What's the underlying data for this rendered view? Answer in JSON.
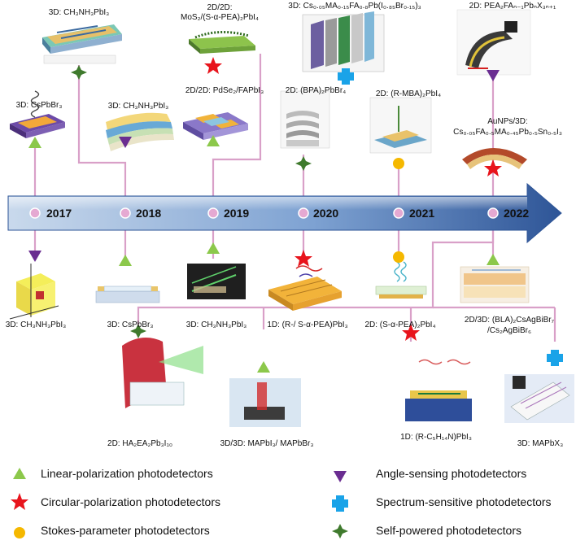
{
  "years": [
    "2017",
    "2018",
    "2019",
    "2020",
    "2021",
    "2022"
  ],
  "labels_top": {
    "t2017": "3D: CsPbBr₃",
    "t2017b": "3D: CH₃NH₃PbI₃",
    "t2018": "3D: CH₃NH₃PbI₃",
    "t2019a_l1": "2D/2D:",
    "t2019a_l2": "MoS₂/(S-α-PEA)₂PbI₄",
    "t2019b": "2D/2D:  PdSe₂/FAPbI₃",
    "t2020a": "3D: Cs₀.₀₅MA₀.₁₅FA₀.₈Pb(I₀.₈₅Br₀.₁₅)₃",
    "t2020b": "2D: (BPA)₂PbBr₄",
    "t2021": "2D: (R-MBA)₂PbI₄",
    "t2022a": "2D: PEA₂FAₙ₋₁PbₙX₃ₙ₊₁",
    "t2022b_l1": "AuNPs/3D:",
    "t2022b_l2": "Cs₀.₀₅FA₀.₅MA₀.₄₅Pb₀.₅Sn₀.₅I₃"
  },
  "labels_bottom": {
    "b2017": "3D: CH₃NH₃PbI₃",
    "b2018": "3D: CsPbBr₃",
    "b2019": "3D: CH₃NH₃PbI₃",
    "b2020": "1D: (R-/ S-α-PEA)PbI₃",
    "b2021": "2D: (S-α-PEA)₂PbI₄",
    "b2022_l1": "2D/3D:  (BLA)₂CsAgBiBr₇",
    "b2022_l2": "/Cs₂AgBiBr₆",
    "r1": "2D: HA₂EA₂Pb₃I₁₀",
    "r2": "3D/3D: MAPbI₃/ MAPbBr₃",
    "r3": "1D: (R-C₅H₁₄N)PbI₃",
    "r4": "3D: MAPbX₃"
  },
  "legend": [
    {
      "symbol": "triangle-up",
      "color": "#8cc84b",
      "label": "Linear-polarization photodetectors"
    },
    {
      "symbol": "star",
      "color": "#e8141c",
      "label": "Circular-polarization photodetectors"
    },
    {
      "symbol": "circle",
      "color": "#f5b800",
      "label": "Stokes-parameter photodetectors"
    },
    {
      "symbol": "triangle-down",
      "color": "#6a2d91",
      "label": "Angle-sensing photodetectors"
    },
    {
      "symbol": "cross",
      "color": "#1aa3e8",
      "label": "Spectrum-sensitive photodetectors"
    },
    {
      "symbol": "star4",
      "color": "#3f7a2d",
      "label": "Self-powered photodetectors"
    }
  ],
  "colors": {
    "connector": "#d9a0c8",
    "arrow_dark": "#2e5597",
    "arrow_light": "#b9cde6"
  }
}
